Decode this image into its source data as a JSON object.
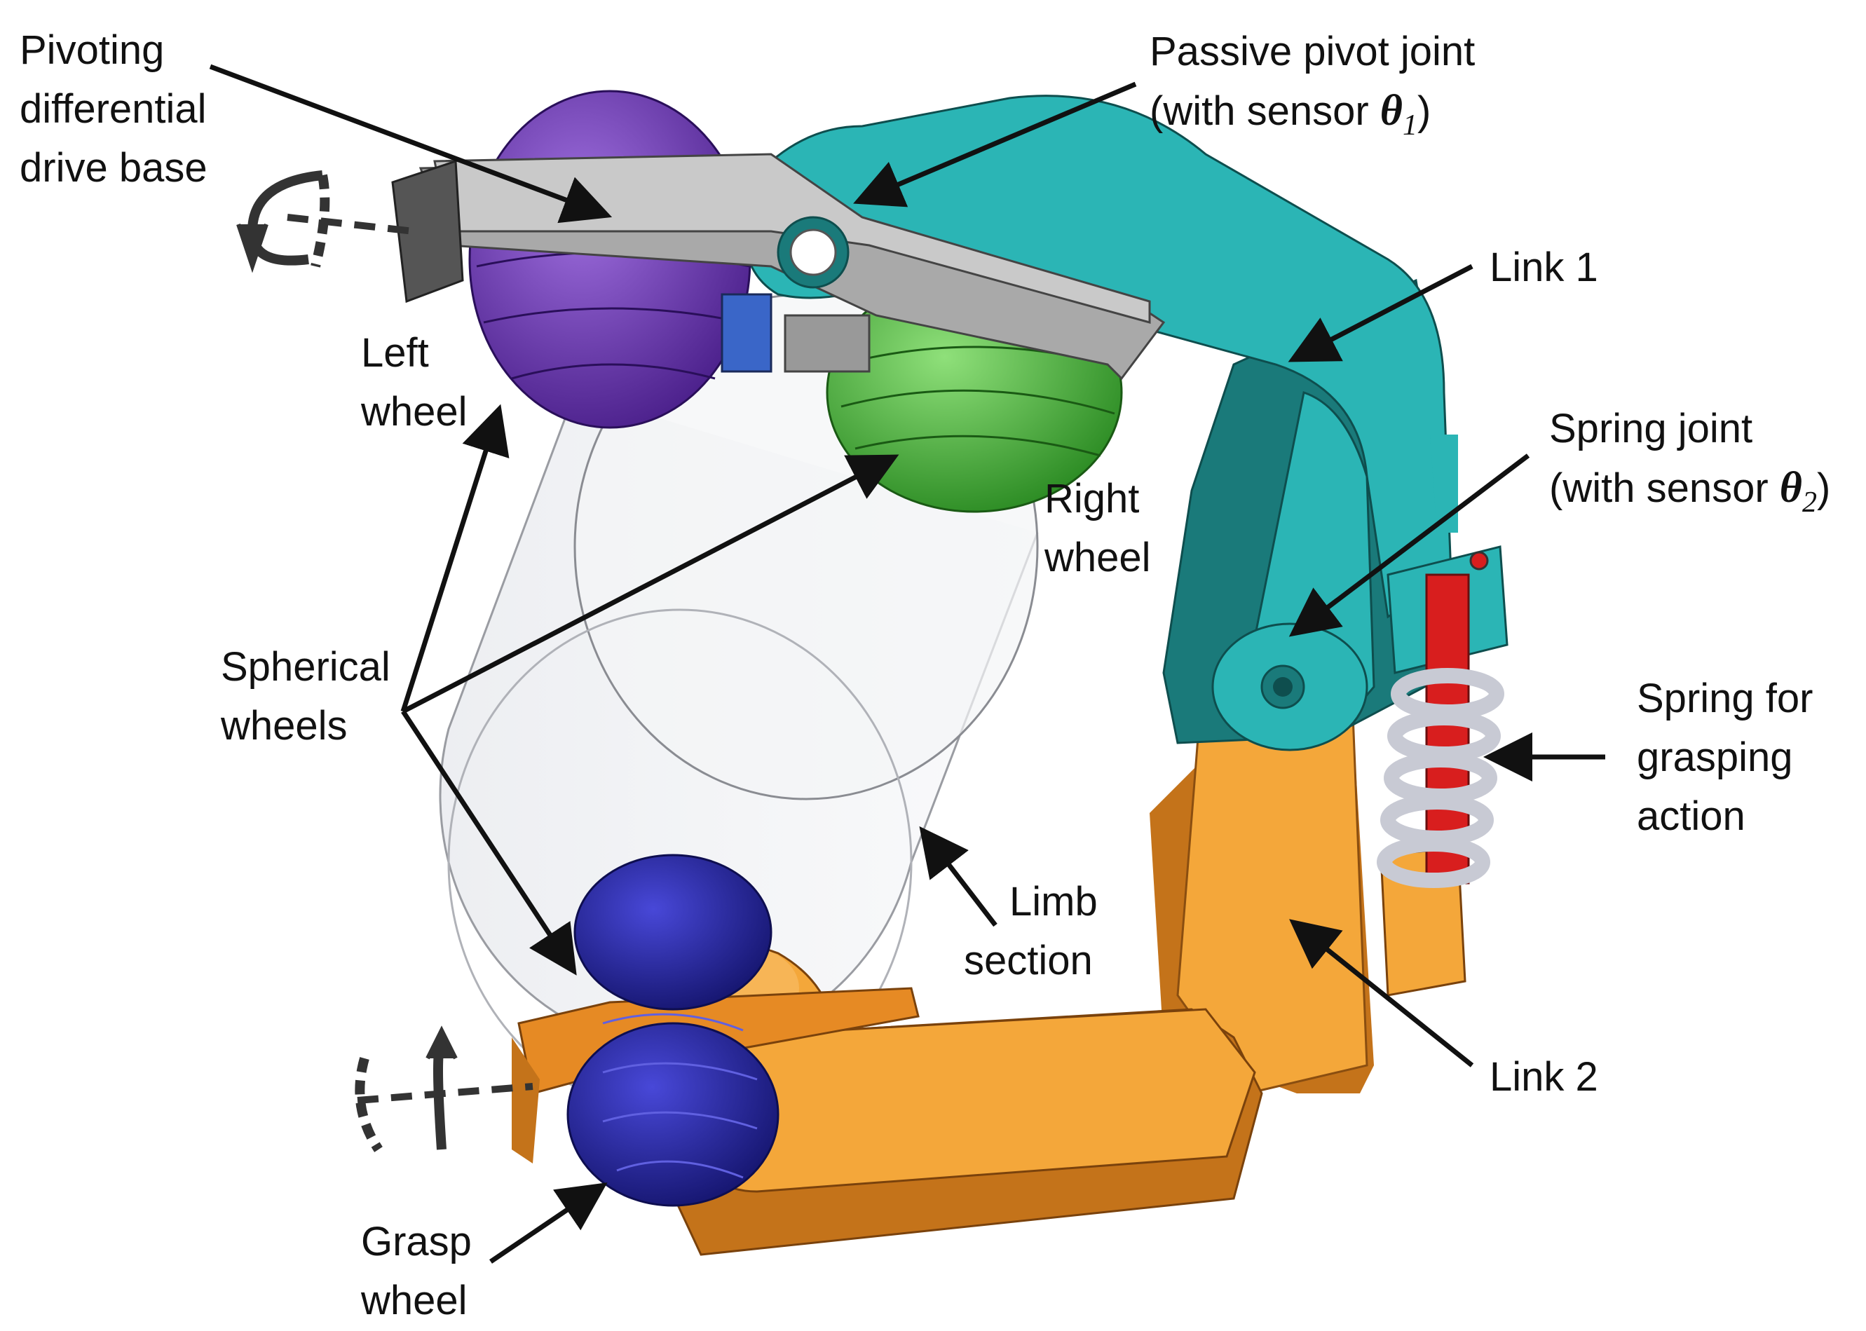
{
  "labels": {
    "pivoting_base": [
      "Pivoting",
      "differential",
      "drive base"
    ],
    "passive_pivot": {
      "line1": "Passive pivot joint",
      "line2_prefix": "(with sensor ",
      "theta": "θ",
      "sub": "1",
      "line2_suffix": ")"
    },
    "link1": "Link 1",
    "spring_joint": {
      "line1": "Spring joint",
      "line2_prefix": "(with sensor ",
      "theta": "θ",
      "sub": "2",
      "line2_suffix": ")"
    },
    "left_wheel": [
      "Left",
      "wheel"
    ],
    "right_wheel": [
      "Right",
      "wheel"
    ],
    "spherical_wheels": [
      "Spherical",
      "wheels"
    ],
    "spring_grasp": [
      "Spring for",
      "grasping",
      "action"
    ],
    "limb_section": [
      "Limb",
      "section"
    ],
    "link2": "Link 2",
    "grasp_wheel": [
      "Grasp",
      "wheel"
    ]
  },
  "colors": {
    "link1": "#2bb5b5",
    "link1_dark": "#1a7a7a",
    "link2": "#f4a73a",
    "link2_dark": "#c4731a",
    "left_wheel": "#7a3fc2",
    "right_wheel": "#4cc23a",
    "grasp_wheel": "#2a2aa8",
    "base": "#bdbdbd",
    "spring": "#d0d2dc",
    "spring_core": "#d81e1e",
    "limb": "#e6e8ec",
    "arrow": "#111111"
  }
}
